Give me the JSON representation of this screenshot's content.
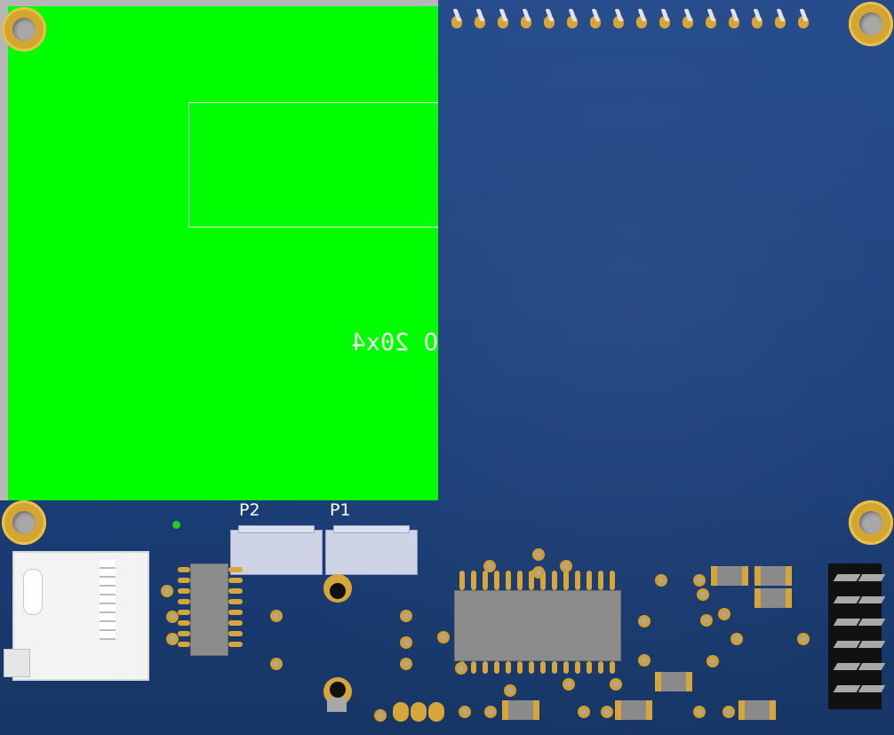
{
  "view": {
    "description_label": "",
    "lcd": {
      "label_text": "O 20x4",
      "color": "#00ff00"
    },
    "silkscreen": {
      "p2": "P2",
      "p1": "P1"
    },
    "colors": {
      "board": "#1d3f7a",
      "copper": "#d6a63a",
      "silk": "#ffffff"
    }
  }
}
